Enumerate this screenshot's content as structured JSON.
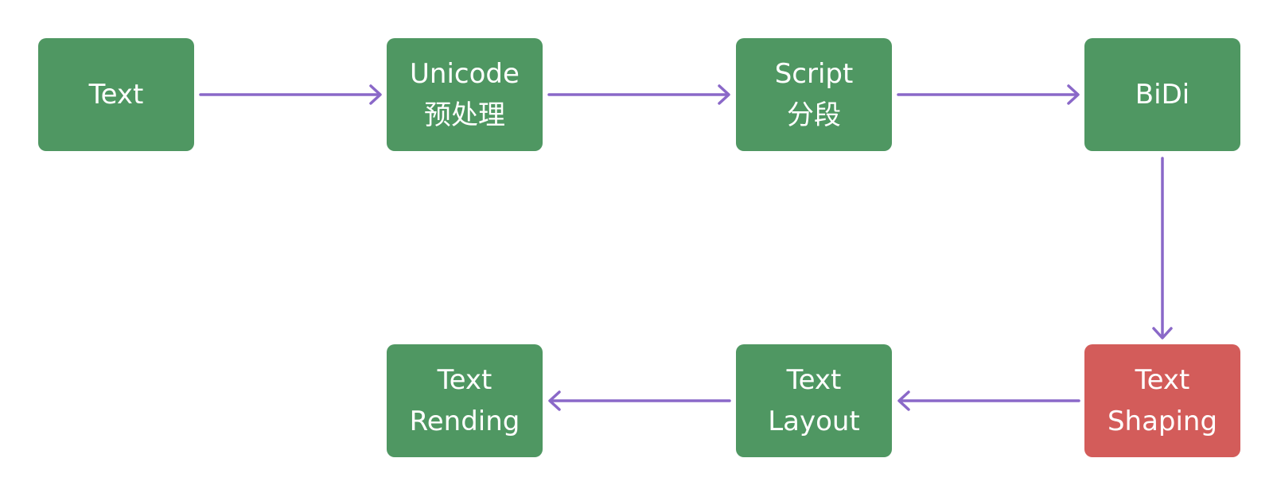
{
  "colors": {
    "node_default": "#4f9762",
    "node_highlight": "#d35c5a",
    "arrow": "#8a68c8",
    "text": "#ffffff"
  },
  "nodes": {
    "text": {
      "line1": "Text"
    },
    "unicode": {
      "line1": "Unicode",
      "line2": "预处理"
    },
    "script": {
      "line1": "Script",
      "line2": "分段"
    },
    "bidi": {
      "line1": "BiDi"
    },
    "shaping": {
      "line1": "Text",
      "line2": "Shaping"
    },
    "layout": {
      "line1": "Text",
      "line2": "Layout"
    },
    "rendering": {
      "line1": "Text",
      "line2": "Rending"
    }
  },
  "edges": [
    {
      "from": "text",
      "to": "unicode"
    },
    {
      "from": "unicode",
      "to": "script"
    },
    {
      "from": "script",
      "to": "bidi"
    },
    {
      "from": "bidi",
      "to": "shaping"
    },
    {
      "from": "shaping",
      "to": "layout"
    },
    {
      "from": "layout",
      "to": "rendering"
    }
  ]
}
